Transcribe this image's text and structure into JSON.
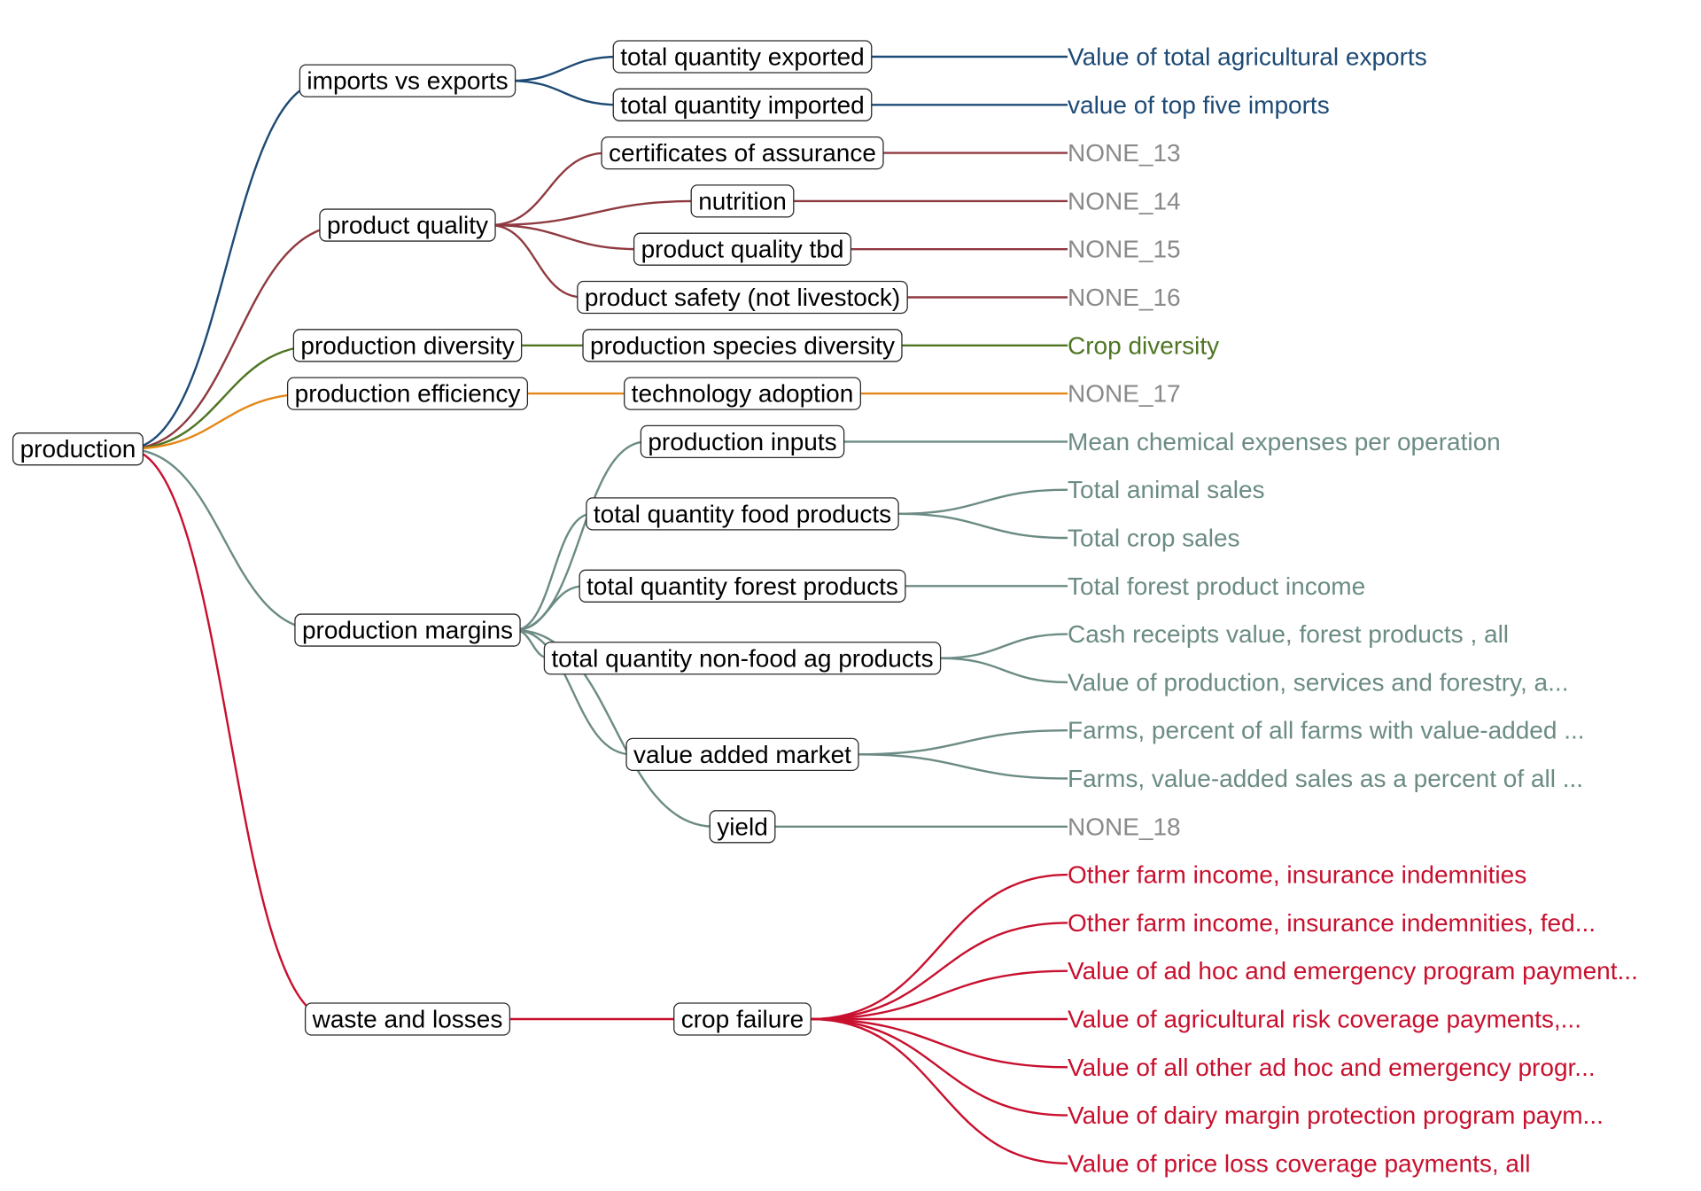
{
  "colors": {
    "imports": "#1d4a75",
    "quality": "#8f3a40",
    "diversity": "#4e7523",
    "efficiency": "#e48716",
    "margins": "#6b8b84",
    "waste": "#c8102e",
    "none": "#8a8a8a"
  },
  "tree": {
    "root": "production",
    "branches": [
      {
        "label": "imports vs exports",
        "color": "imports",
        "children": [
          {
            "label": "total quantity exported",
            "leaves": [
              {
                "text": "Value of total agricultural exports"
              }
            ]
          },
          {
            "label": "total quantity imported",
            "leaves": [
              {
                "text": "value of top five imports"
              }
            ]
          }
        ]
      },
      {
        "label": "product quality",
        "color": "quality",
        "children": [
          {
            "label": "certificates of assurance",
            "leaves": [
              {
                "text": "NONE_13",
                "none": true
              }
            ]
          },
          {
            "label": "nutrition",
            "leaves": [
              {
                "text": "NONE_14",
                "none": true
              }
            ]
          },
          {
            "label": "product quality tbd",
            "leaves": [
              {
                "text": "NONE_15",
                "none": true
              }
            ]
          },
          {
            "label": "product safety (not livestock)",
            "leaves": [
              {
                "text": "NONE_16",
                "none": true
              }
            ]
          }
        ]
      },
      {
        "label": "production diversity",
        "color": "diversity",
        "children": [
          {
            "label": "production species diversity",
            "leaves": [
              {
                "text": "Crop diversity"
              }
            ]
          }
        ]
      },
      {
        "label": "production efficiency",
        "color": "efficiency",
        "children": [
          {
            "label": "technology adoption",
            "leaves": [
              {
                "text": "NONE_17",
                "none": true
              }
            ]
          }
        ]
      },
      {
        "label": "production margins",
        "color": "margins",
        "children": [
          {
            "label": "production inputs",
            "leaves": [
              {
                "text": "Mean chemical expenses per operation"
              }
            ]
          },
          {
            "label": "total quantity food products",
            "leaves": [
              {
                "text": "Total animal sales"
              },
              {
                "text": "Total crop sales"
              }
            ]
          },
          {
            "label": "total quantity forest products",
            "leaves": [
              {
                "text": "Total forest product income"
              }
            ]
          },
          {
            "label": "total quantity non-food ag products",
            "leaves": [
              {
                "text": "Cash receipts value, forest products , all"
              },
              {
                "text": "Value of production, services and forestry, a..."
              }
            ]
          },
          {
            "label": "value added market",
            "leaves": [
              {
                "text": "Farms, percent of all farms with value-added ..."
              },
              {
                "text": "Farms, value-added sales as a percent of all ..."
              }
            ]
          },
          {
            "label": "yield",
            "leaves": [
              {
                "text": "NONE_18",
                "none": true
              }
            ]
          }
        ]
      },
      {
        "label": "waste and losses",
        "color": "waste",
        "children": [
          {
            "label": "crop failure",
            "leaves": [
              {
                "text": "Other farm income, insurance indemnities"
              },
              {
                "text": "Other farm income, insurance indemnities, fed..."
              },
              {
                "text": "Value of ad hoc and emergency program payment..."
              },
              {
                "text": "Value of agricultural risk coverage payments,..."
              },
              {
                "text": "Value of all other ad hoc and emergency progr..."
              },
              {
                "text": "Value of dairy margin protection program paym..."
              },
              {
                "text": "Value of price loss coverage payments, all"
              }
            ]
          }
        ]
      }
    ]
  }
}
